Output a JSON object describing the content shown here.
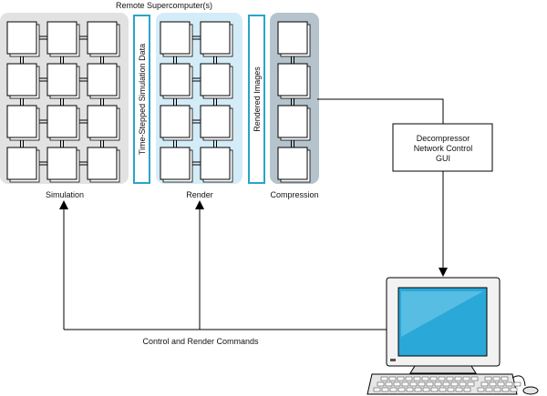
{
  "title": "Remote Supercomputer(s)",
  "panels": {
    "simulation": {
      "label": "Simulation",
      "rows": 4,
      "cols": 3,
      "bg": "#e2e2e2"
    },
    "render": {
      "label": "Render",
      "rows": 4,
      "cols": 2,
      "bg": "#d4ecf7"
    },
    "compression": {
      "label": "Compression",
      "rows": 4,
      "cols": 1,
      "bg": "#b5c3cc"
    }
  },
  "links": {
    "sim_to_render": "Time-Stepped Simulation Data",
    "render_to_compress": "Rendered Images",
    "link_border_color": "#2aa4c8"
  },
  "client_box": {
    "lines": [
      "Decompressor",
      "Network Control",
      "GUI"
    ]
  },
  "control_label": "Control and Render Commands",
  "workstation": {
    "screen_color": "#2aa8d8",
    "icons": [
      "monitor-icon",
      "keyboard-icon",
      "mouse-icon"
    ]
  }
}
